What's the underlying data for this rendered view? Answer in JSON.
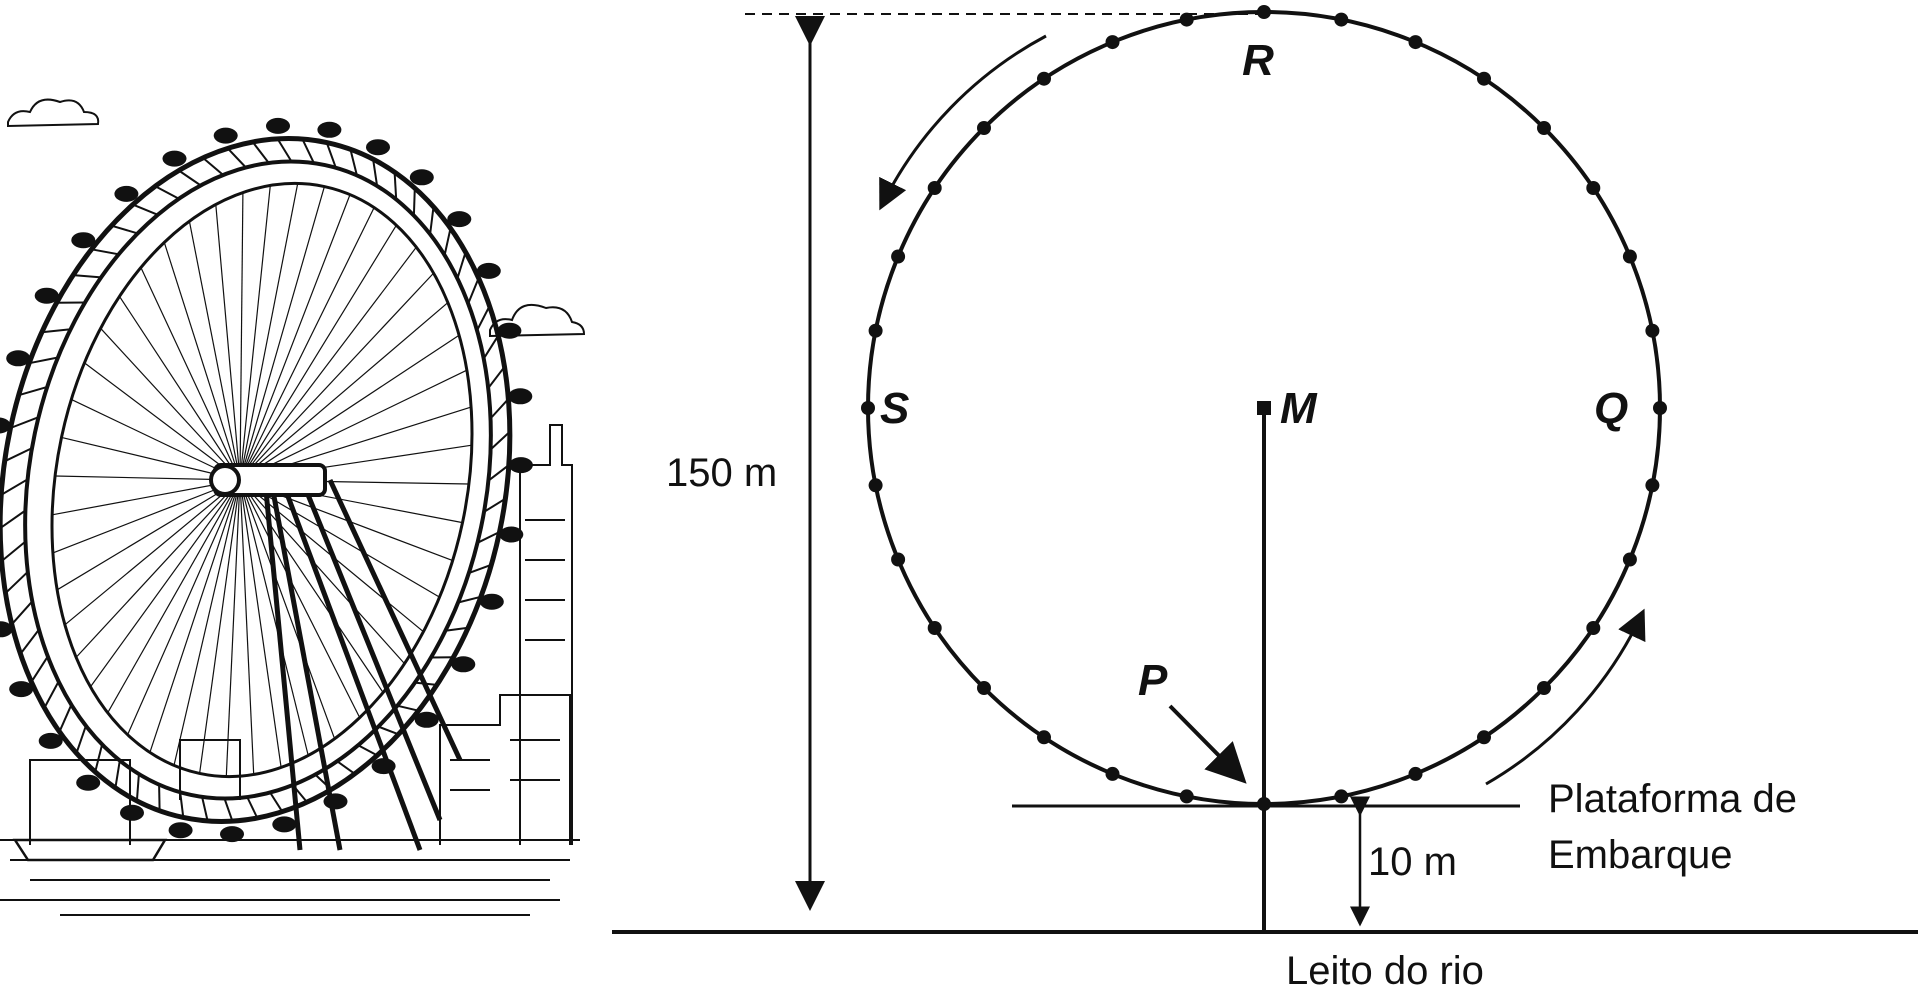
{
  "diagram": {
    "points": {
      "R": "R",
      "S": "S",
      "Q": "Q",
      "M": "M",
      "P": "P"
    },
    "height_label": "150 m",
    "platform_height_label": "10 m",
    "platform_label_line1": "Plataforma de",
    "platform_label_line2": "Embarque",
    "ground_label": "Leito do rio",
    "gondola_count": 32,
    "rotation": "counterclockwise"
  },
  "illustration": {
    "subject": "ferris-wheel-sketch"
  },
  "colors": {
    "ink": "#111111",
    "background": "#ffffff"
  }
}
